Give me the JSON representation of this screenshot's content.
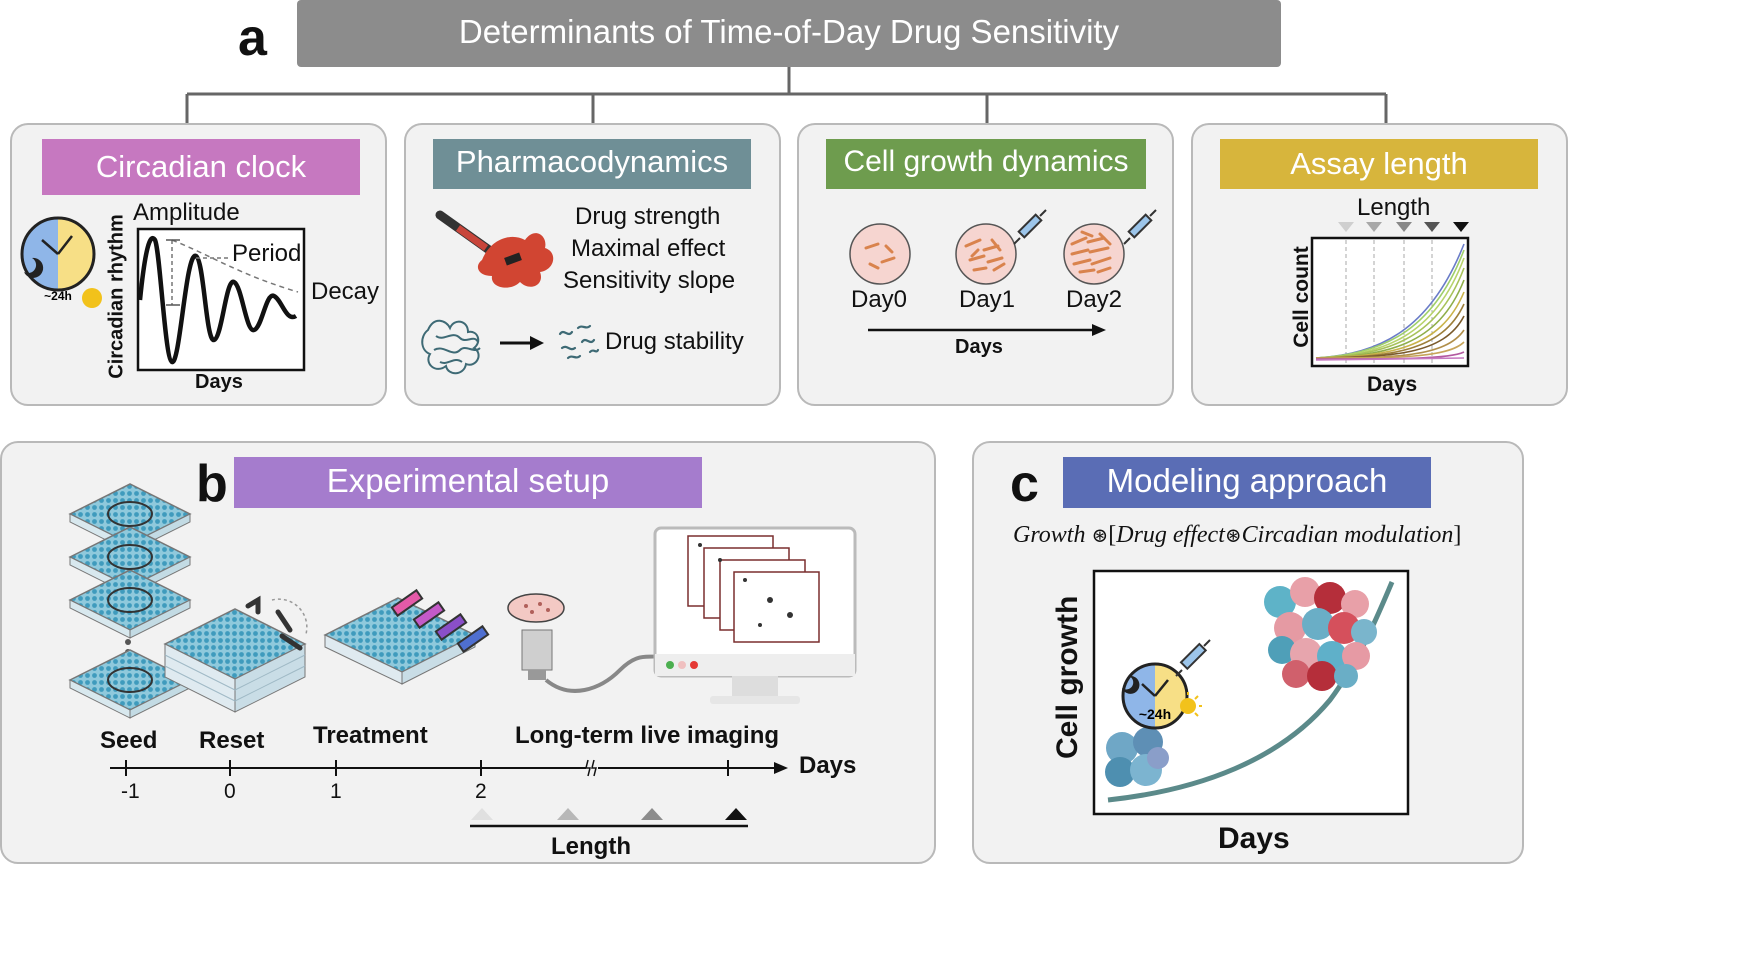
{
  "colors": {
    "title_bar": "#8c8c8c",
    "circadian": "#c678c0",
    "pharmacodynamics": "#6f8f96",
    "cell_growth": "#6e9c4e",
    "assay_length": "#d7b53c",
    "experimental_setup": "#a57ccd",
    "modeling": "#5a6db5",
    "panel_bg": "#f2f2f2",
    "well_blue": "#5ab4cf",
    "curve_teal": "#5b8a8a"
  },
  "panel_a": {
    "letter": "a",
    "title": "Determinants of Time-of-Day Drug Sensitivity",
    "circadian": {
      "header": "Circadian clock",
      "amplitude": "Amplitude",
      "period": "Period",
      "decay": "Decay",
      "y_label": "Circadian rhythm",
      "x_label": "Days",
      "clock_label": "~24h"
    },
    "pharmacodynamics": {
      "header": "Pharmacodynamics",
      "lines": [
        "Drug strength",
        "Maximal effect",
        "Sensitivity slope"
      ],
      "stability": "Drug stability"
    },
    "cell_growth": {
      "header": "Cell growth dynamics",
      "days": [
        "Day0",
        "Day1",
        "Day2"
      ],
      "x_label": "Days"
    },
    "assay_length": {
      "header": "Assay length",
      "length": "Length",
      "y_label": "Cell count",
      "x_label": "Days"
    }
  },
  "panel_b": {
    "letter": "b",
    "header": "Experimental setup",
    "stages": [
      "Seed",
      "Reset",
      "Treatment",
      "Long-term live imaging"
    ],
    "ticks": [
      "-1",
      "0",
      "1",
      "2"
    ],
    "axis_label": "Days",
    "length": "Length"
  },
  "panel_c": {
    "letter": "c",
    "header": "Modeling approach",
    "formula": {
      "growth": "Growth",
      "op": "⊛",
      "open": "[",
      "drug": "Drug effect",
      "circ": "Circadian modulation",
      "close": "]"
    },
    "y_label": "Cell growth",
    "x_label": "Days",
    "clock_label": "~24h"
  }
}
